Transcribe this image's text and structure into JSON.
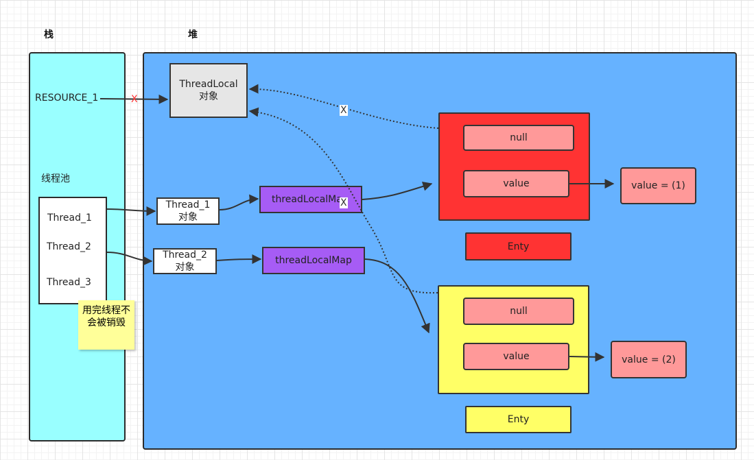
{
  "stack": {
    "heading": "栈",
    "resource_label": "RESOURCE_1",
    "threadpool_label": "线程池",
    "threads": [
      "Thread_1",
      "Thread_2",
      "Thread_3"
    ],
    "note": "用完线程不会被销毁"
  },
  "heap": {
    "heading": "堆",
    "threadlocal_object": "ThreadLocal对象",
    "thread1_object": "Thread_1对象",
    "thread2_object": "Thread_2对象",
    "map1_label": "threadLocalMa",
    "map2_label": "threadLocalMap",
    "entry1": {
      "key": "null",
      "value": "value",
      "value_result": "value = (1)",
      "label": "Enty"
    },
    "entry2": {
      "key": "null",
      "value": "value",
      "value_result": "value = (2)",
      "label": "Enty"
    },
    "break_mark": "X"
  },
  "colors": {
    "stack_panel": "#99ffff",
    "heap_panel": "#66b2ff",
    "entry1": "#ff3333",
    "entry2": "#ffff66",
    "map_box": "#a65cf5",
    "value_box": "#ff9999",
    "note": "#ffff99",
    "break_red": "#ff3333"
  }
}
